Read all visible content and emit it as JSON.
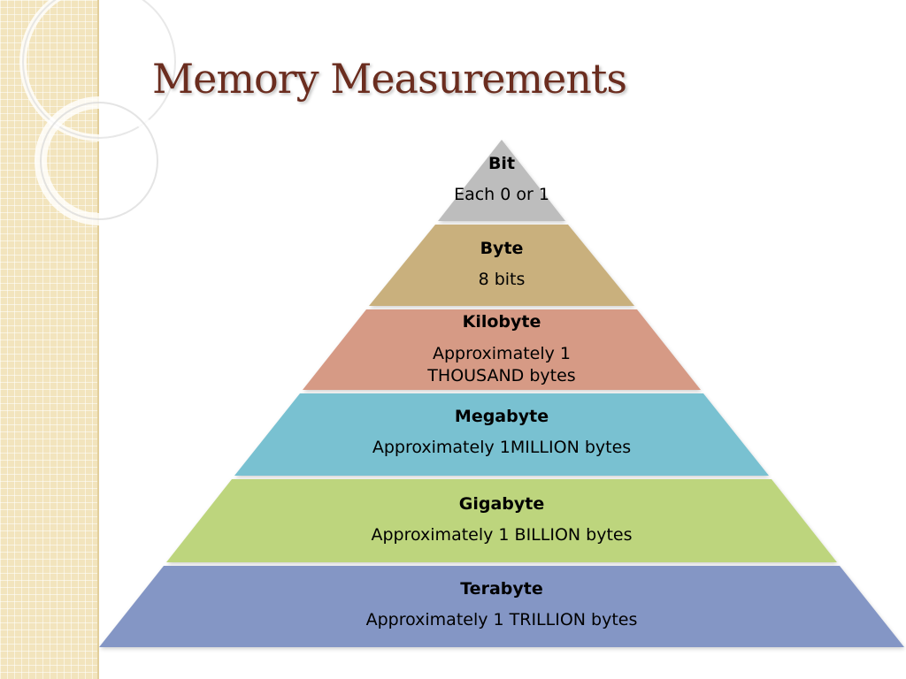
{
  "title": "Memory Measurements",
  "colors": {
    "title": "#6b2d1f",
    "band": "#f2e4bd",
    "bit": "#bdbdbd",
    "byte": "#c9b07d",
    "kilobyte": "#d69a85",
    "megabyte": "#79c1d1",
    "gigabyte": "#bdd57d",
    "terabyte": "#8496c5"
  },
  "pyramid": {
    "bit": {
      "name": "Bit",
      "desc": "Each 0 or 1"
    },
    "byte": {
      "name": "Byte",
      "desc": "8 bits"
    },
    "kilobyte": {
      "name": "Kilobyte",
      "desc_line1": "Approximately 1",
      "desc_line2": "THOUSAND bytes"
    },
    "megabyte": {
      "name": "Megabyte",
      "desc": "Approximately 1MILLION bytes"
    },
    "gigabyte": {
      "name": "Gigabyte",
      "desc": "Approximately 1 BILLION bytes"
    },
    "terabyte": {
      "name": "Terabyte",
      "desc": "Approximately 1 TRILLION bytes"
    }
  }
}
